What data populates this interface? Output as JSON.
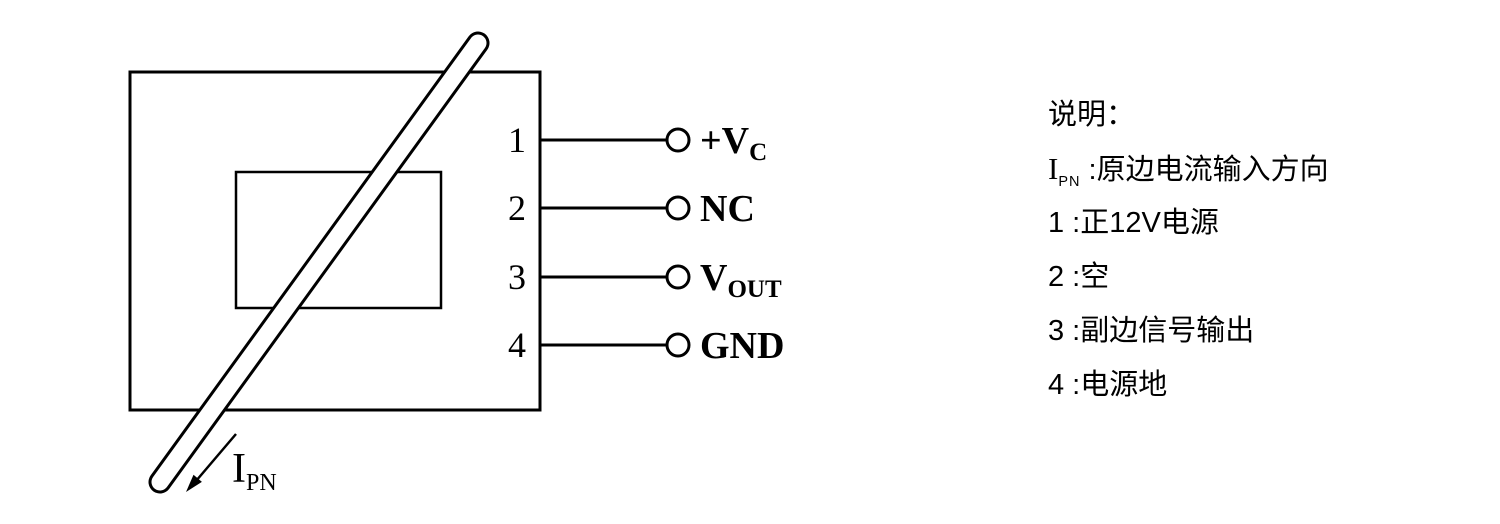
{
  "diagram": {
    "pins": [
      {
        "num": "1",
        "label_main": "+V",
        "label_sub": "C"
      },
      {
        "num": "2",
        "label_main": "NC",
        "label_sub": ""
      },
      {
        "num": "3",
        "label_main": "V",
        "label_sub": "OUT"
      },
      {
        "num": "4",
        "label_main": "GND",
        "label_sub": ""
      }
    ],
    "current_label": {
      "main": "I",
      "sub": "PN"
    }
  },
  "legend": {
    "title": "说明：",
    "ipn_line": {
      "main": "I",
      "sub": "PN",
      "rest": " :原边电流输入方向"
    },
    "items": [
      "1 :正12V电源",
      "2 :空",
      "3 :副边信号输出",
      "4 :电源地"
    ]
  }
}
